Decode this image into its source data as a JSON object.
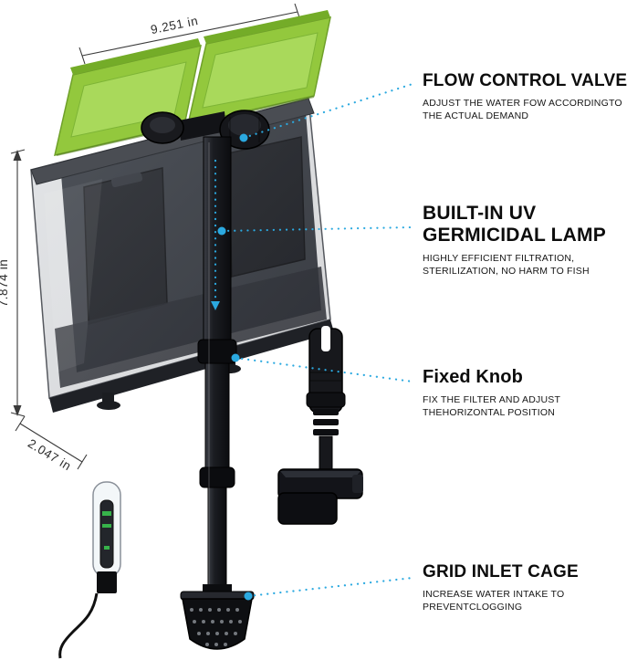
{
  "figure": {
    "dim_width": "9.251 in",
    "dim_height": "7.874 in",
    "dim_depth": "2.047 in"
  },
  "callouts": {
    "flow_valve": {
      "title": "FLOW CONTROL VALVE",
      "desc1": "ADJUST THE WATER FOW ACCORDINGTO",
      "desc2": "THE ACTUAL DEMAND"
    },
    "uv_lamp": {
      "title1": "BUILT-IN UV",
      "title2": "GERMICIDAL LAMP",
      "desc1": "HIGHLY EFFICIENT FILTRATION,",
      "desc2": "STERILIZATION, NO HARM TO FISH"
    },
    "fixed_knob": {
      "title": "Fixed Knob",
      "desc1": "FIX THE FILTER AND ADJUST",
      "desc2": "THEHORIZONTAL POSITION"
    },
    "inlet_cage": {
      "title": "GRID INLET CAGE",
      "desc1": "INCREASE WATER INTAKE TO",
      "desc2": "PREVENTCLOGGING"
    }
  },
  "colors": {
    "accent_blue": "#2BA9E0",
    "lid_green": "#93C83D",
    "body_dark": "#1C1E22"
  }
}
